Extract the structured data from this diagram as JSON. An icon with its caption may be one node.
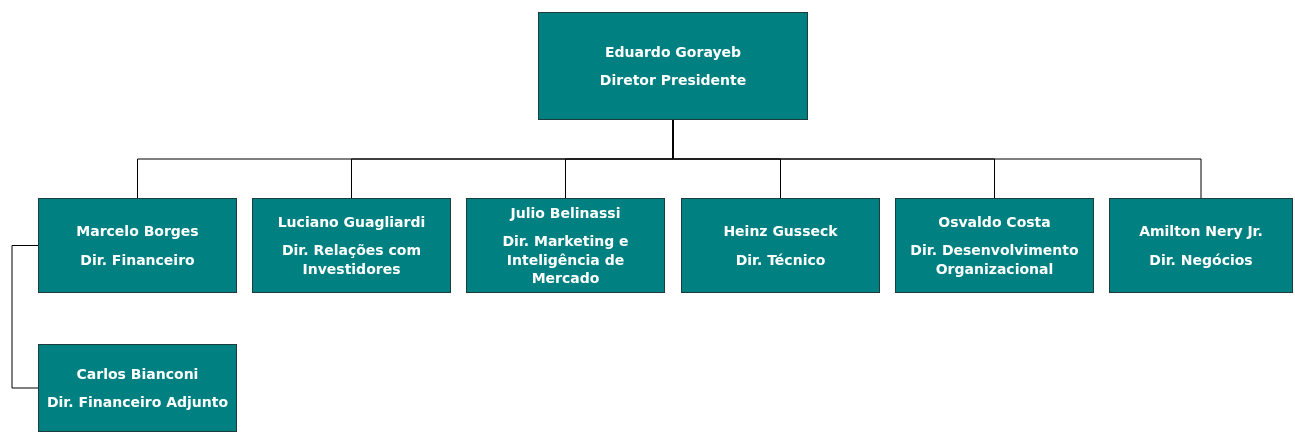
{
  "diagram": {
    "nodes": [
      {
        "text": [
          "Eduardo Gorayeb",
          "Diretor Presidente"
        ]
      },
      {
        "text": [
          "Marcelo Borges",
          "Dir. Financeiro"
        ]
      },
      {
        "text": [
          "Luciano Guagliardi",
          "Dir. Relações com Investidores"
        ]
      },
      {
        "text": [
          "Julio Belinassi",
          "Dir. Marketing e Inteligência de Mercado"
        ]
      },
      {
        "text": [
          "Heinz Gusseck",
          "Dir. Técnico"
        ]
      },
      {
        "text": [
          "Osvaldo Costa",
          "Dir.  Desenvolvimento Organizacional"
        ]
      },
      {
        "text": [
          "Amilton Nery Jr.",
          "Dir. Negócios"
        ]
      },
      {
        "text": [
          "Carlos Bianconi",
          "Dir. Financeiro Adjunto"
        ]
      }
    ],
    "edges": [
      {
        "from": 0,
        "to": 1,
        "arrow": "none"
      },
      {
        "from": 0,
        "to": 2,
        "arrow": "none"
      },
      {
        "from": 0,
        "to": 3,
        "arrow": "none"
      },
      {
        "from": 0,
        "to": 4,
        "arrow": "none"
      },
      {
        "from": 0,
        "to": 5,
        "arrow": "none"
      },
      {
        "from": 0,
        "to": 6,
        "arrow": "none"
      },
      {
        "from": 1,
        "to": 7,
        "arrow": "none"
      }
    ]
  }
}
